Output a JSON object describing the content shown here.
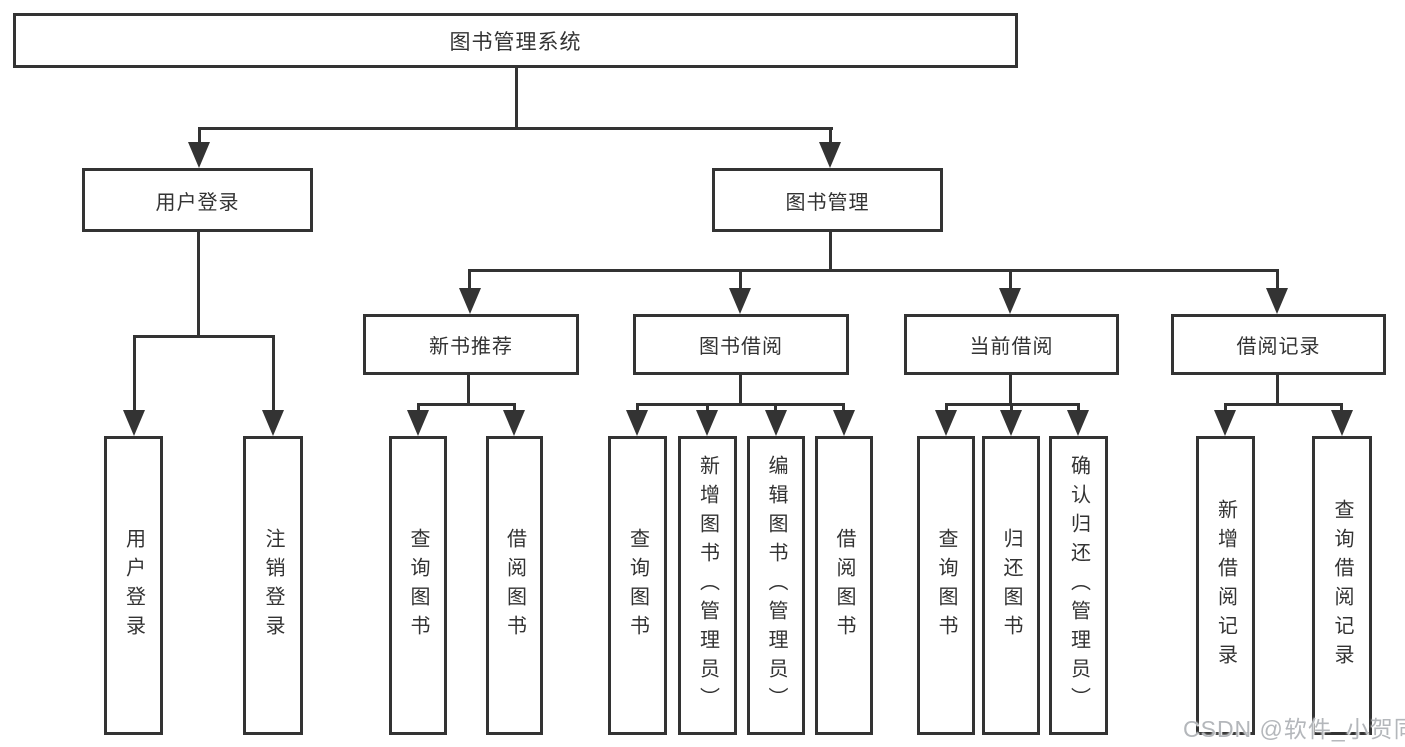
{
  "tree": {
    "root": "图书管理系统",
    "children": [
      {
        "label": "用户登录",
        "children": [
          {
            "label": "用户登录"
          },
          {
            "label": "注销登录"
          }
        ]
      },
      {
        "label": "图书管理",
        "children": [
          {
            "label": "新书推荐",
            "children": [
              {
                "label": "查询图书"
              },
              {
                "label": "借阅图书"
              }
            ]
          },
          {
            "label": "图书借阅",
            "children": [
              {
                "label": "查询图书"
              },
              {
                "label": "新增图书（管理员）"
              },
              {
                "label": "编辑图书（管理员）"
              },
              {
                "label": "借阅图书"
              }
            ]
          },
          {
            "label": "当前借阅",
            "children": [
              {
                "label": "查询图书"
              },
              {
                "label": "归还图书"
              },
              {
                "label": "确认归还（管理员）"
              }
            ]
          },
          {
            "label": "借阅记录",
            "children": [
              {
                "label": "新增借阅记录"
              },
              {
                "label": "查询借阅记录"
              }
            ]
          }
        ]
      }
    ]
  },
  "watermark": {
    "text": "CSDN @软件_小贺同学"
  },
  "colors": {
    "line": "#333333",
    "text": "#333333",
    "watermark": "#b4b7bb",
    "background": "#ffffff"
  }
}
